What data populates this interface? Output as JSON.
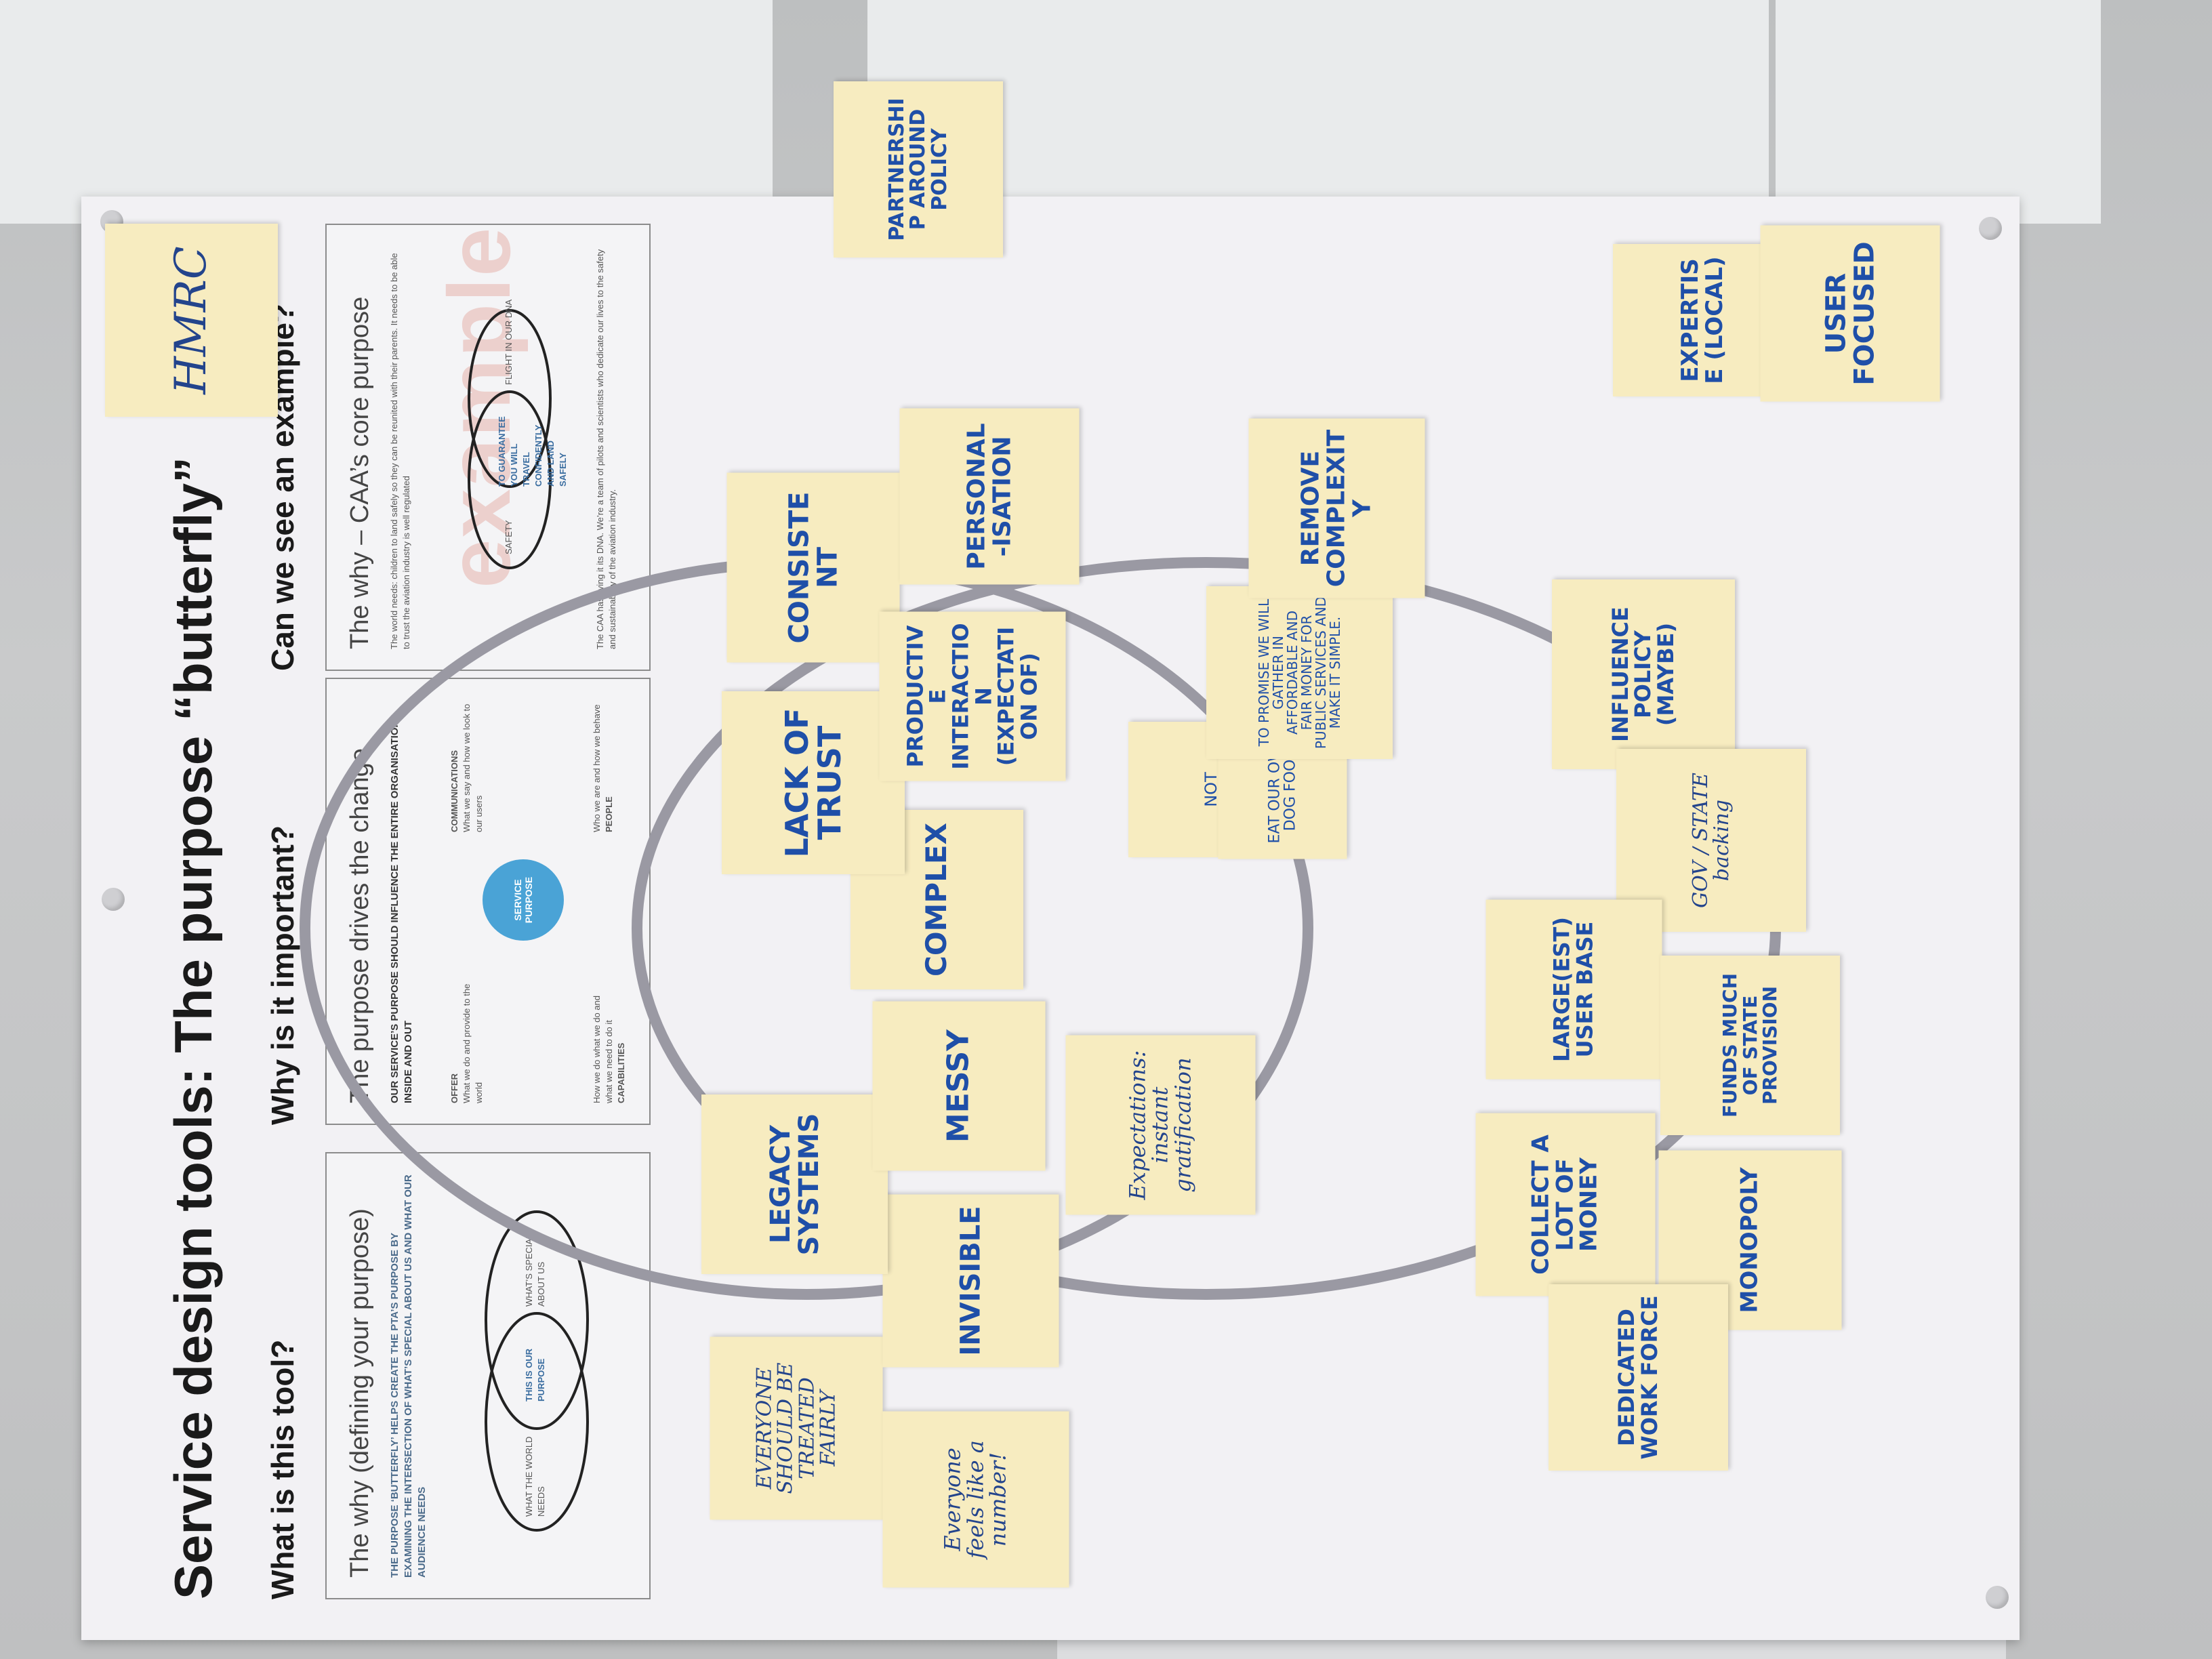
{
  "poster": {
    "title": "Service design tools: The purpose “butterfly”",
    "questions": [
      "What is this tool?",
      "Why is it important?",
      "Can we see an example?"
    ],
    "panel1": {
      "heading": "The why (defining your purpose)",
      "text": "THE PURPOSE ‘BUTTERFLY’ HELPS CREATE THE PTA’S PURPOSE BY EXAMINING THE INTERSECTION OF WHAT’S SPECIAL ABOUT US AND WHAT OUR AUDIENCE NEEDS",
      "ring_left": "WHAT THE WORLD NEEDS",
      "ring_mid": "THIS IS OUR PURPOSE",
      "ring_right": "WHAT’S SPECIAL ABOUT US"
    },
    "panel2": {
      "heading": "The purpose drives the change",
      "text": "OUR SERVICE’S PURPOSE SHOULD INFLUENCE THE ENTIRE ORGANISATION – INSIDE AND OUT",
      "center": "SERVICE PURPOSE",
      "offer": "OFFER",
      "offer_text": "What we do and provide to the world",
      "comms": "COMMUNICATIONS",
      "comms_text": "What we say and how we look to our users",
      "caps": "CAPABILITIES",
      "caps_text": "How we do what we do and what we need to do it",
      "people": "PEOPLE",
      "people_text": "Who we are and how we behave"
    },
    "panel3": {
      "heading": "The why – CAA’s core purpose",
      "text": "The world needs: children to land safely so they can be reunited with their parents. It needs to be able to trust the aviation industry is well regulated",
      "ring_left": "SAFETY",
      "ring_mid": "TO GUARANTEE YOU WILL TRAVEL CONFIDENTLY AND LAND SAFELY",
      "ring_right": "FLIGHT IN OUR DNA",
      "footer": "The CAA has flying it its DNA. We’re a team of pilots and scientists who dedicate our lives to the safety and sustainability of the aviation industry.",
      "watermark": "example"
    }
  },
  "stickies": {
    "hmrc": "HMRC",
    "partnership": "PARTNERSHIP AROUND POLICY",
    "expertise": "EXPERTISE (LOCAL)",
    "user_focused": "USER FOCUSED",
    "everyone_fairly": "EVERYONE SHOULD BE TREATED FAIRLY",
    "everyone_number": "Everyone feels like a number!",
    "invisible": "INVISIBLE",
    "legacy": "LEGACY SYSTEMS",
    "messy": "MESSY",
    "complex": "COMPLEX",
    "lack_trust": "LACK OF TRUST",
    "consistent": "CONSISTENT",
    "productive": "PRODUCTIVE INTERACTION (EXPECTATION OF)",
    "personal": "PERSONAL -ISATION",
    "expectations": "Expectations: instant gratification",
    "not_faceless": "NOT FACELESS",
    "eat_dog": "EAT OUR OWN DOG FOOD",
    "promise": "TO PROMISE WE WILL GATHER IN AFFORDABLE AND FAIR MONEY FOR PUBLIC SERVICES AND MAKE IT SIMPLE.",
    "remove": "REMOVE COMPLEXITY",
    "influence": "INFLUENCE POLICY (MAYBE)",
    "gov_state": "GOV / STATE backing",
    "larger": "LARGE(EST) USER BASE",
    "funds": "FUNDS MUCH OF STATE PROVISION",
    "collect": "COLLECT A LOT OF MONEY",
    "monopoly": "MONOPOLY",
    "dedicated": "DEDICATED WORK FORCE"
  }
}
